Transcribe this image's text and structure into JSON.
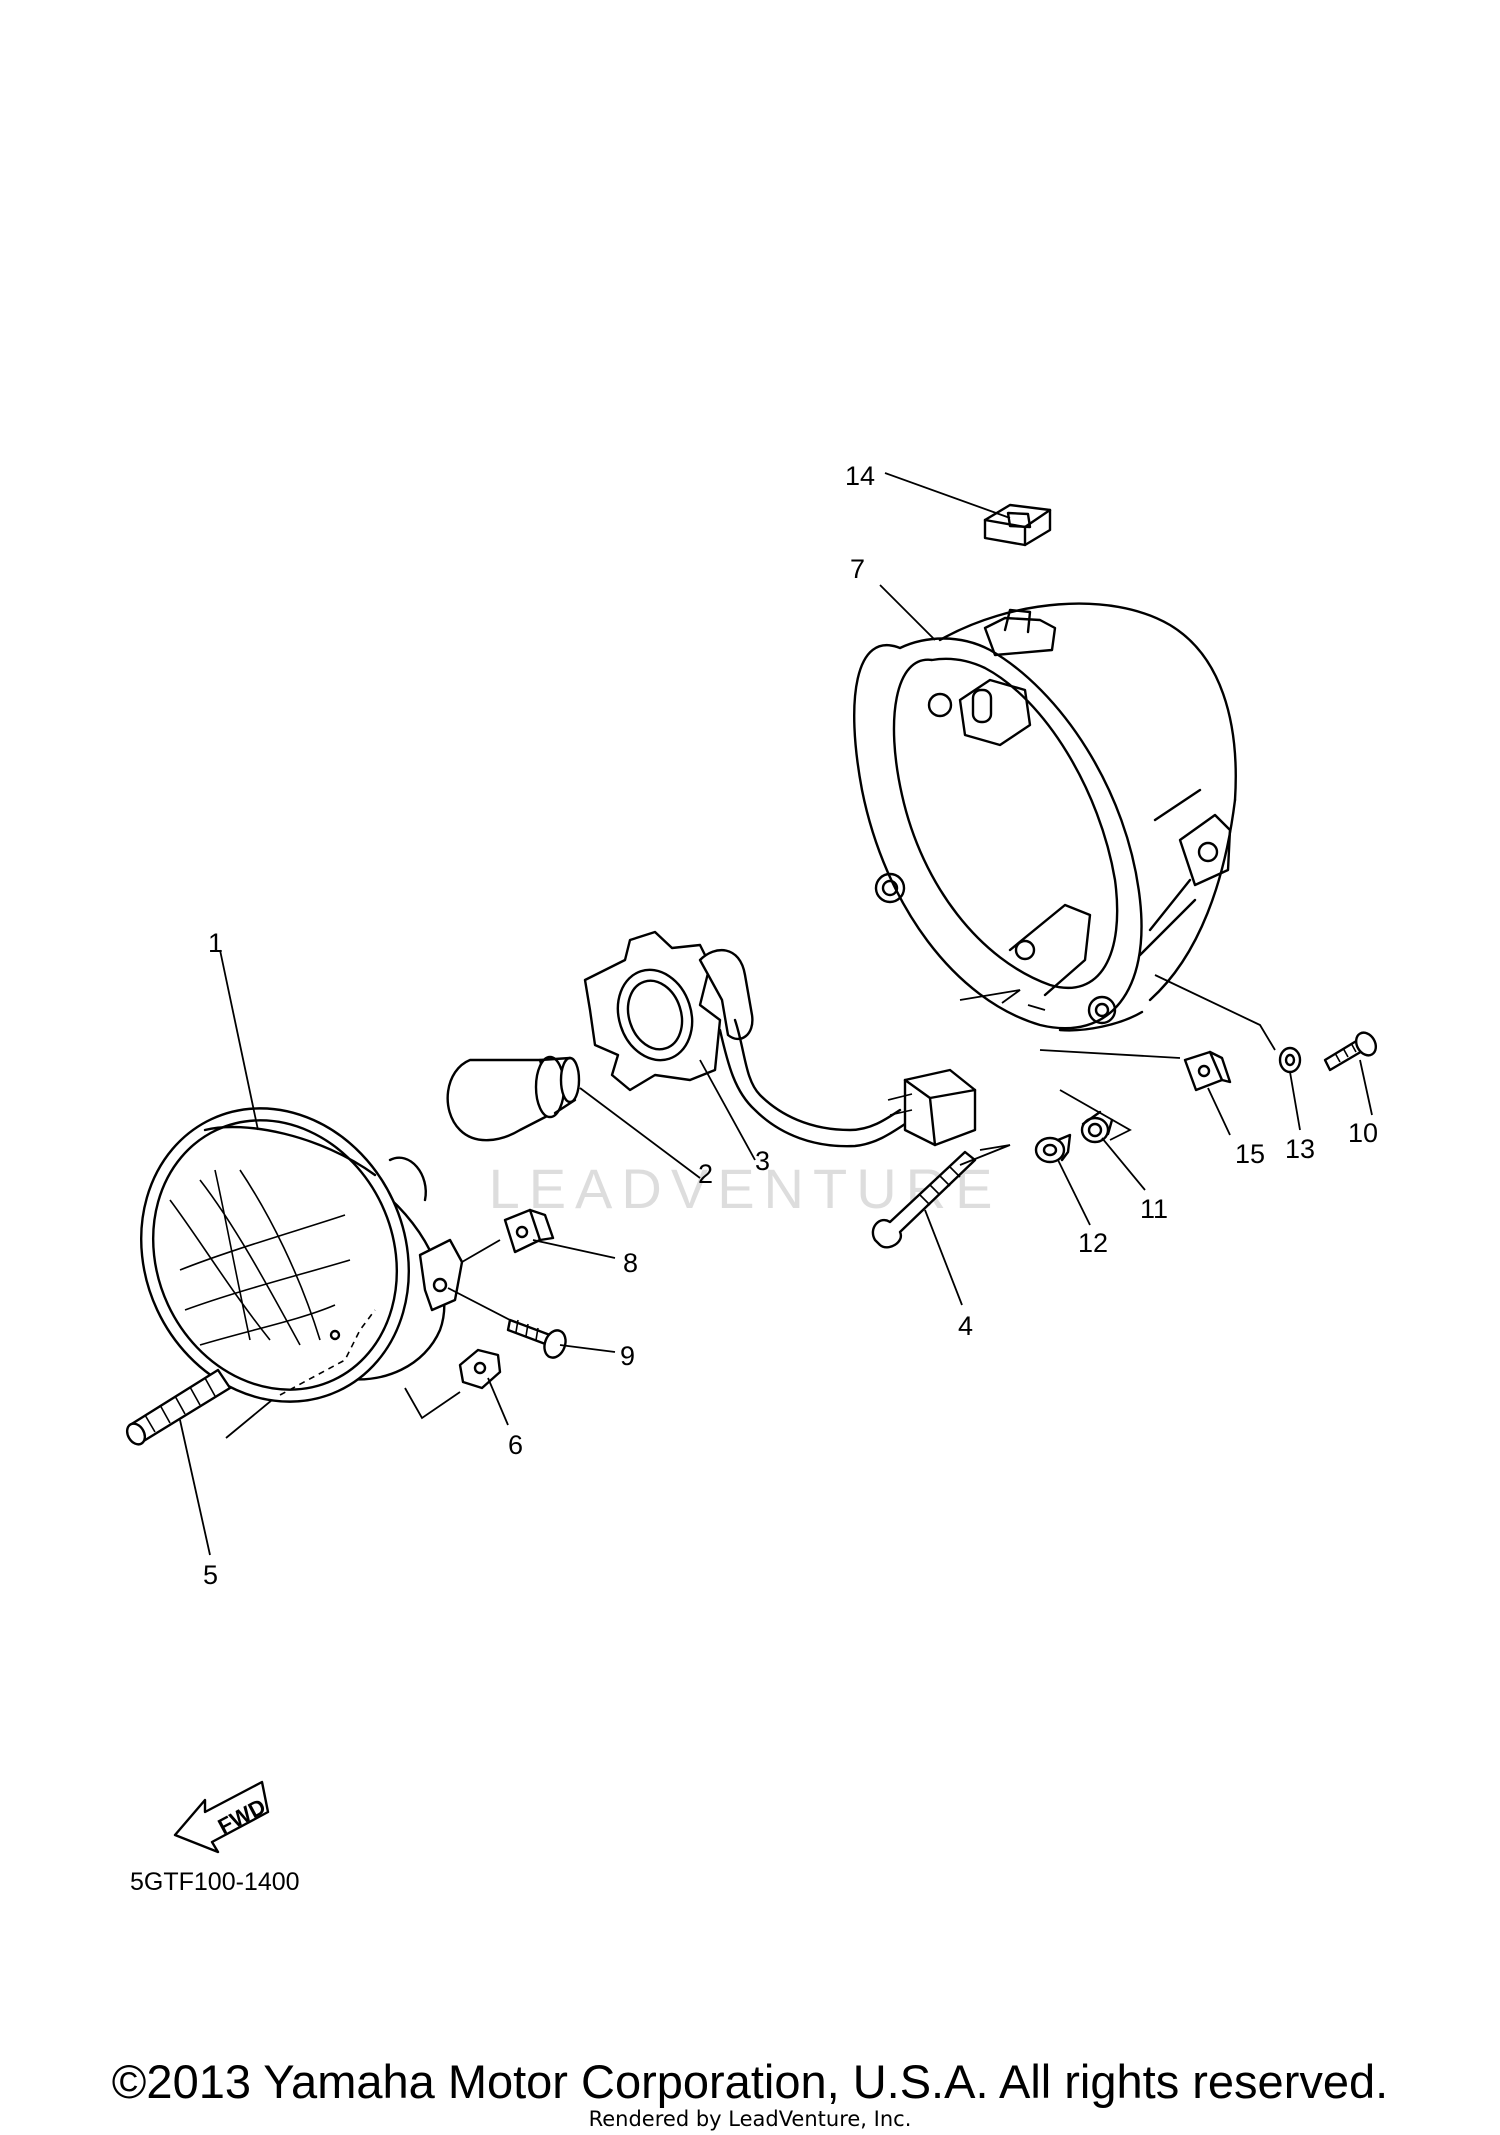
{
  "diagram": {
    "callouts": [
      "1",
      "2",
      "3",
      "4",
      "5",
      "6",
      "7",
      "8",
      "9",
      "10",
      "11",
      "12",
      "13",
      "14",
      "15"
    ],
    "fwd_label": "FWD",
    "diagram_code": "5GTF100-1400",
    "watermark": "LEADVENTURE"
  },
  "footer": {
    "copyright": "©2013 Yamaha Motor Corporation, U.S.A. All rights reserved.",
    "rendered_by": "Rendered by LeadVenture, Inc."
  }
}
